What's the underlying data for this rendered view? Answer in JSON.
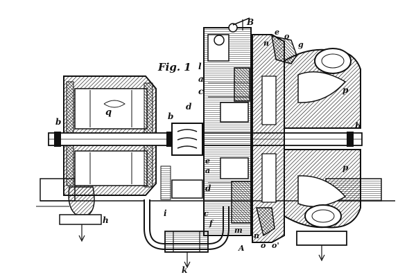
{
  "figure": {
    "title": "Fig. 1",
    "labels": {
      "B": "B",
      "e_top": "e",
      "o_top": "o",
      "n_top": "n",
      "g": "g",
      "l": "l",
      "a_upper": "a",
      "c_upper": "c",
      "d_upper": "d",
      "q": "q",
      "b_left": "b",
      "b_mid": "b",
      "b_right": "b",
      "p_upper": "p",
      "p_lower": "p",
      "e_mid": "e",
      "a_mid": "a",
      "d_lower": "d",
      "h": "h",
      "i": "i",
      "c_lower": "c",
      "f": "f",
      "m": "m",
      "A": "A",
      "n_low": "n",
      "o_low": "o",
      "o_prime": "o'",
      "k": "k"
    }
  }
}
